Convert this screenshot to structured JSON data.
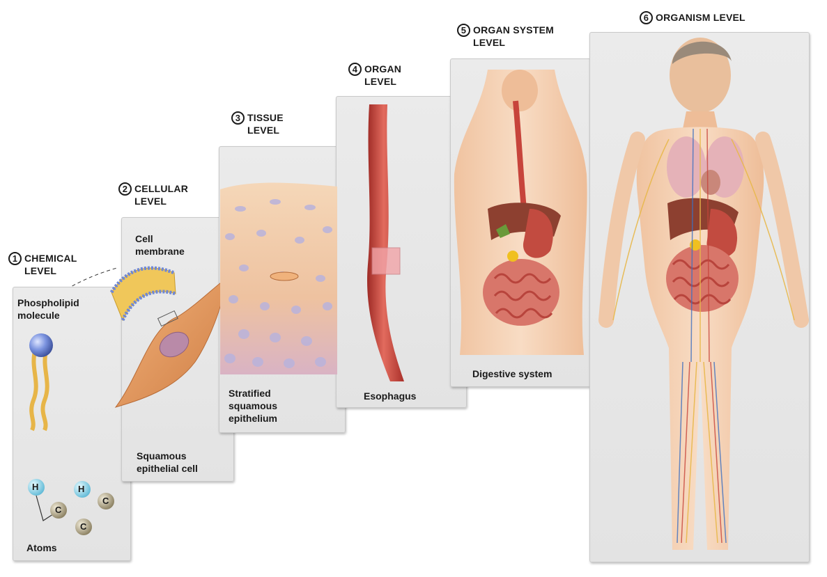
{
  "levels": [
    {
      "number": "1",
      "title_line1": "CHEMICAL",
      "title_line2": "LEVEL"
    },
    {
      "number": "2",
      "title_line1": "CELLULAR",
      "title_line2": "LEVEL"
    },
    {
      "number": "3",
      "title_line1": "TISSUE",
      "title_line2": "LEVEL"
    },
    {
      "number": "4",
      "title_line1": "ORGAN",
      "title_line2": "LEVEL"
    },
    {
      "number": "5",
      "title_line1": "ORGAN SYSTEM",
      "title_line2": "LEVEL"
    },
    {
      "number": "6",
      "title_line1": "ORGANISM LEVEL",
      "title_line2": ""
    }
  ],
  "labels": {
    "phospholipid": [
      "Phospholipid",
      "molecule"
    ],
    "atoms": "Atoms",
    "cell_membrane": [
      "Cell",
      "membrane"
    ],
    "squamous_cell": [
      "Squamous",
      "epithelial cell"
    ],
    "epithelium": [
      "Stratified",
      "squamous",
      "epithelium"
    ],
    "esophagus": "Esophagus",
    "digestive": "Digestive system"
  },
  "atoms": [
    {
      "symbol": "H",
      "color": "#8fd3ea"
    },
    {
      "symbol": "H",
      "color": "#8fd3ea"
    },
    {
      "symbol": "C",
      "color": "#b8ad8c"
    },
    {
      "symbol": "C",
      "color": "#b8ad8c"
    },
    {
      "symbol": "C",
      "color": "#b8ad8c"
    }
  ],
  "colors": {
    "panel": "#e7e7e7",
    "tissue_pink": "#f1c9a8",
    "muscle_red": "#c7443b",
    "skin": "#f3cdae",
    "lipid_head": "#6f88d6",
    "lipid_tail": "#f0c75a"
  }
}
